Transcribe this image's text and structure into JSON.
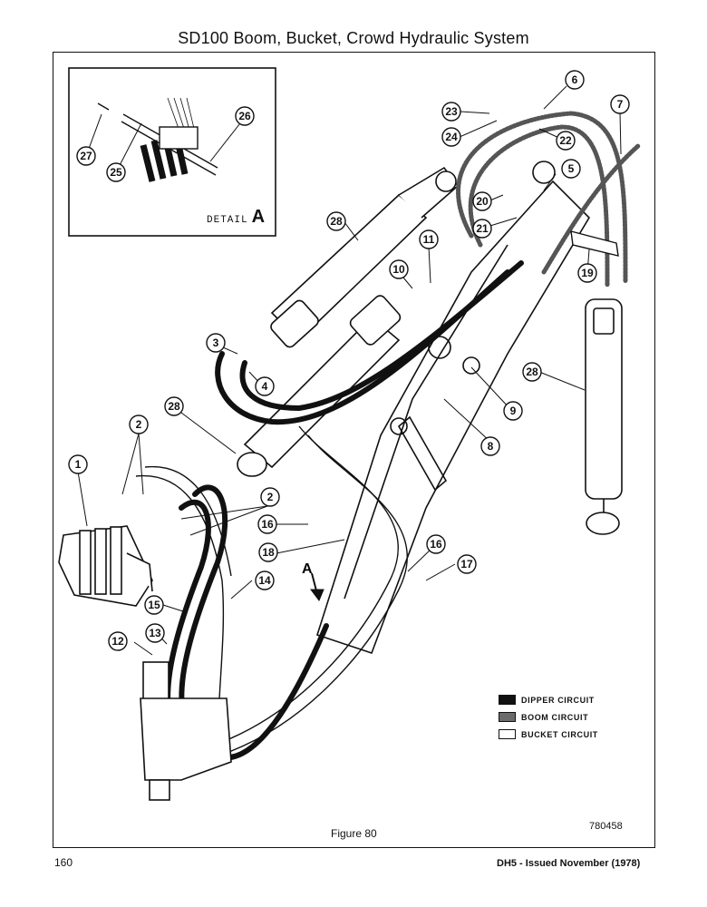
{
  "page": {
    "title": "SD100 Boom, Bucket, Crowd Hydraulic System",
    "figure_caption": "Figure 80",
    "drawing_number": "780458",
    "page_number": "160",
    "issue_note": "DH5 - Issued November (1978)"
  },
  "detail": {
    "label": "DETAIL",
    "letter": "A",
    "pointer_letter": "A"
  },
  "legend": {
    "items": [
      {
        "label": "DIPPER CIRCUIT",
        "color": "#111111"
      },
      {
        "label": "BOOM CIRCUIT",
        "color": "#6b6b6b"
      },
      {
        "label": "BUCKET CIRCUIT",
        "color": "#ffffff"
      }
    ]
  },
  "callouts": {
    "c1": "1",
    "c2a": "2",
    "c2b": "2",
    "c3": "3",
    "c4": "4",
    "c5": "5",
    "c6": "6",
    "c7": "7",
    "c8": "8",
    "c9": "9",
    "c10": "10",
    "c11": "11",
    "c12": "12",
    "c13": "13",
    "c14": "14",
    "c15": "15",
    "c16a": "16",
    "c16b": "16",
    "c17": "17",
    "c18": "18",
    "c19": "19",
    "c20": "20",
    "c21": "21",
    "c22": "22",
    "c23": "23",
    "c24": "24",
    "c25": "25",
    "c26": "26",
    "c27": "27",
    "c28a": "28",
    "c28b": "28",
    "c28c": "28"
  }
}
